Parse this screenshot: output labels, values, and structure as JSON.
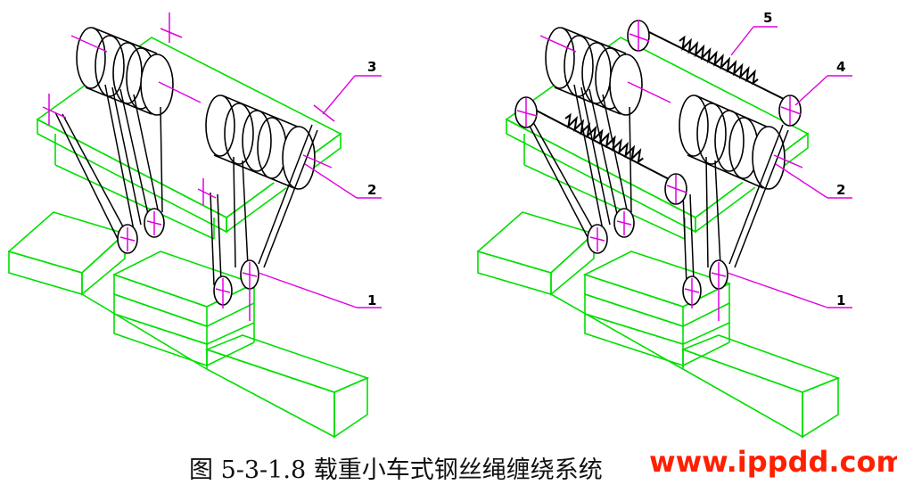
{
  "figure": {
    "caption": "图 5-3-1.8 载重小车式钢丝绳缠绕系统",
    "watermark": "www.ippdd.com"
  },
  "left_diagram": {
    "callouts": [
      "1",
      "2",
      "3"
    ]
  },
  "right_diagram": {
    "callouts": [
      "1",
      "2",
      "4",
      "5"
    ]
  },
  "colors": {
    "frame": "#00e000",
    "centerline": "#e000e0",
    "linework": "#000000",
    "watermark": "#ff2000"
  }
}
